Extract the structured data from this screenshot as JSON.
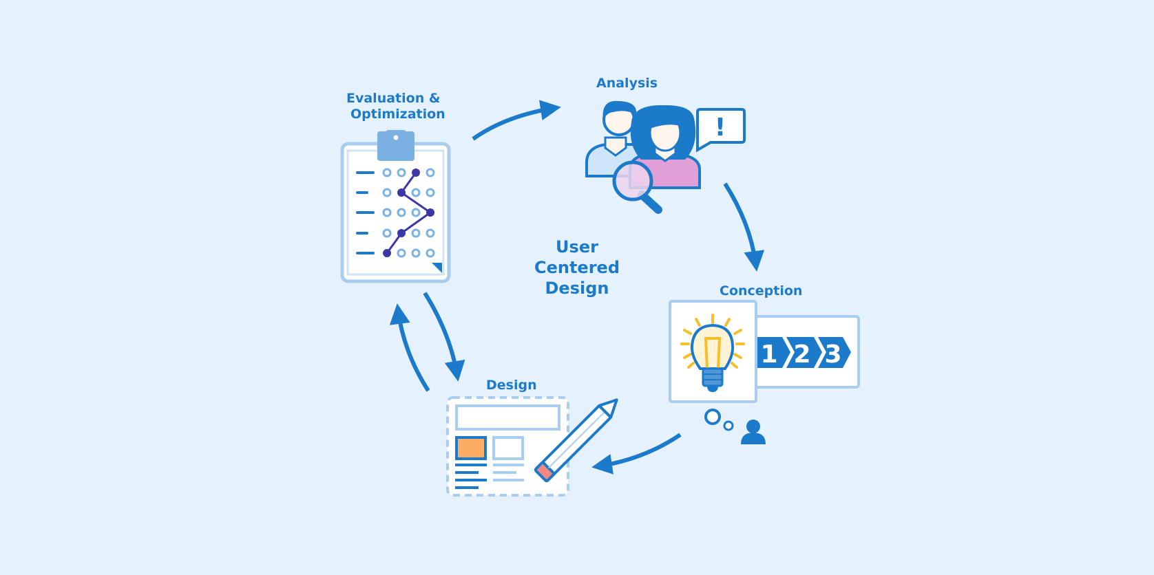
{
  "center": {
    "line1": "User",
    "line2": "Centered",
    "line3": "Design"
  },
  "stages": {
    "evaluation": {
      "line1": "Evaluation &",
      "line2": "Optimization",
      "icon": "clipboard-chart-icon"
    },
    "analysis": {
      "label": "Analysis",
      "icon": "users-magnifier-icon"
    },
    "conception": {
      "label": "Conception",
      "icon": "lightbulb-steps-icon"
    },
    "design": {
      "label": "Design",
      "icon": "wireframe-pencil-icon"
    }
  },
  "speech_bubble": {
    "text": "!"
  },
  "steps": [
    "1",
    "2",
    "3"
  ],
  "colors": {
    "background": "#e5f2fd",
    "primary": "#1c7acb",
    "light_blue": "#a9cdee",
    "navy": "#3b37a6",
    "yellow": "#f6bf2a",
    "orange": "#fcac63",
    "pink": "#e09fd7"
  }
}
